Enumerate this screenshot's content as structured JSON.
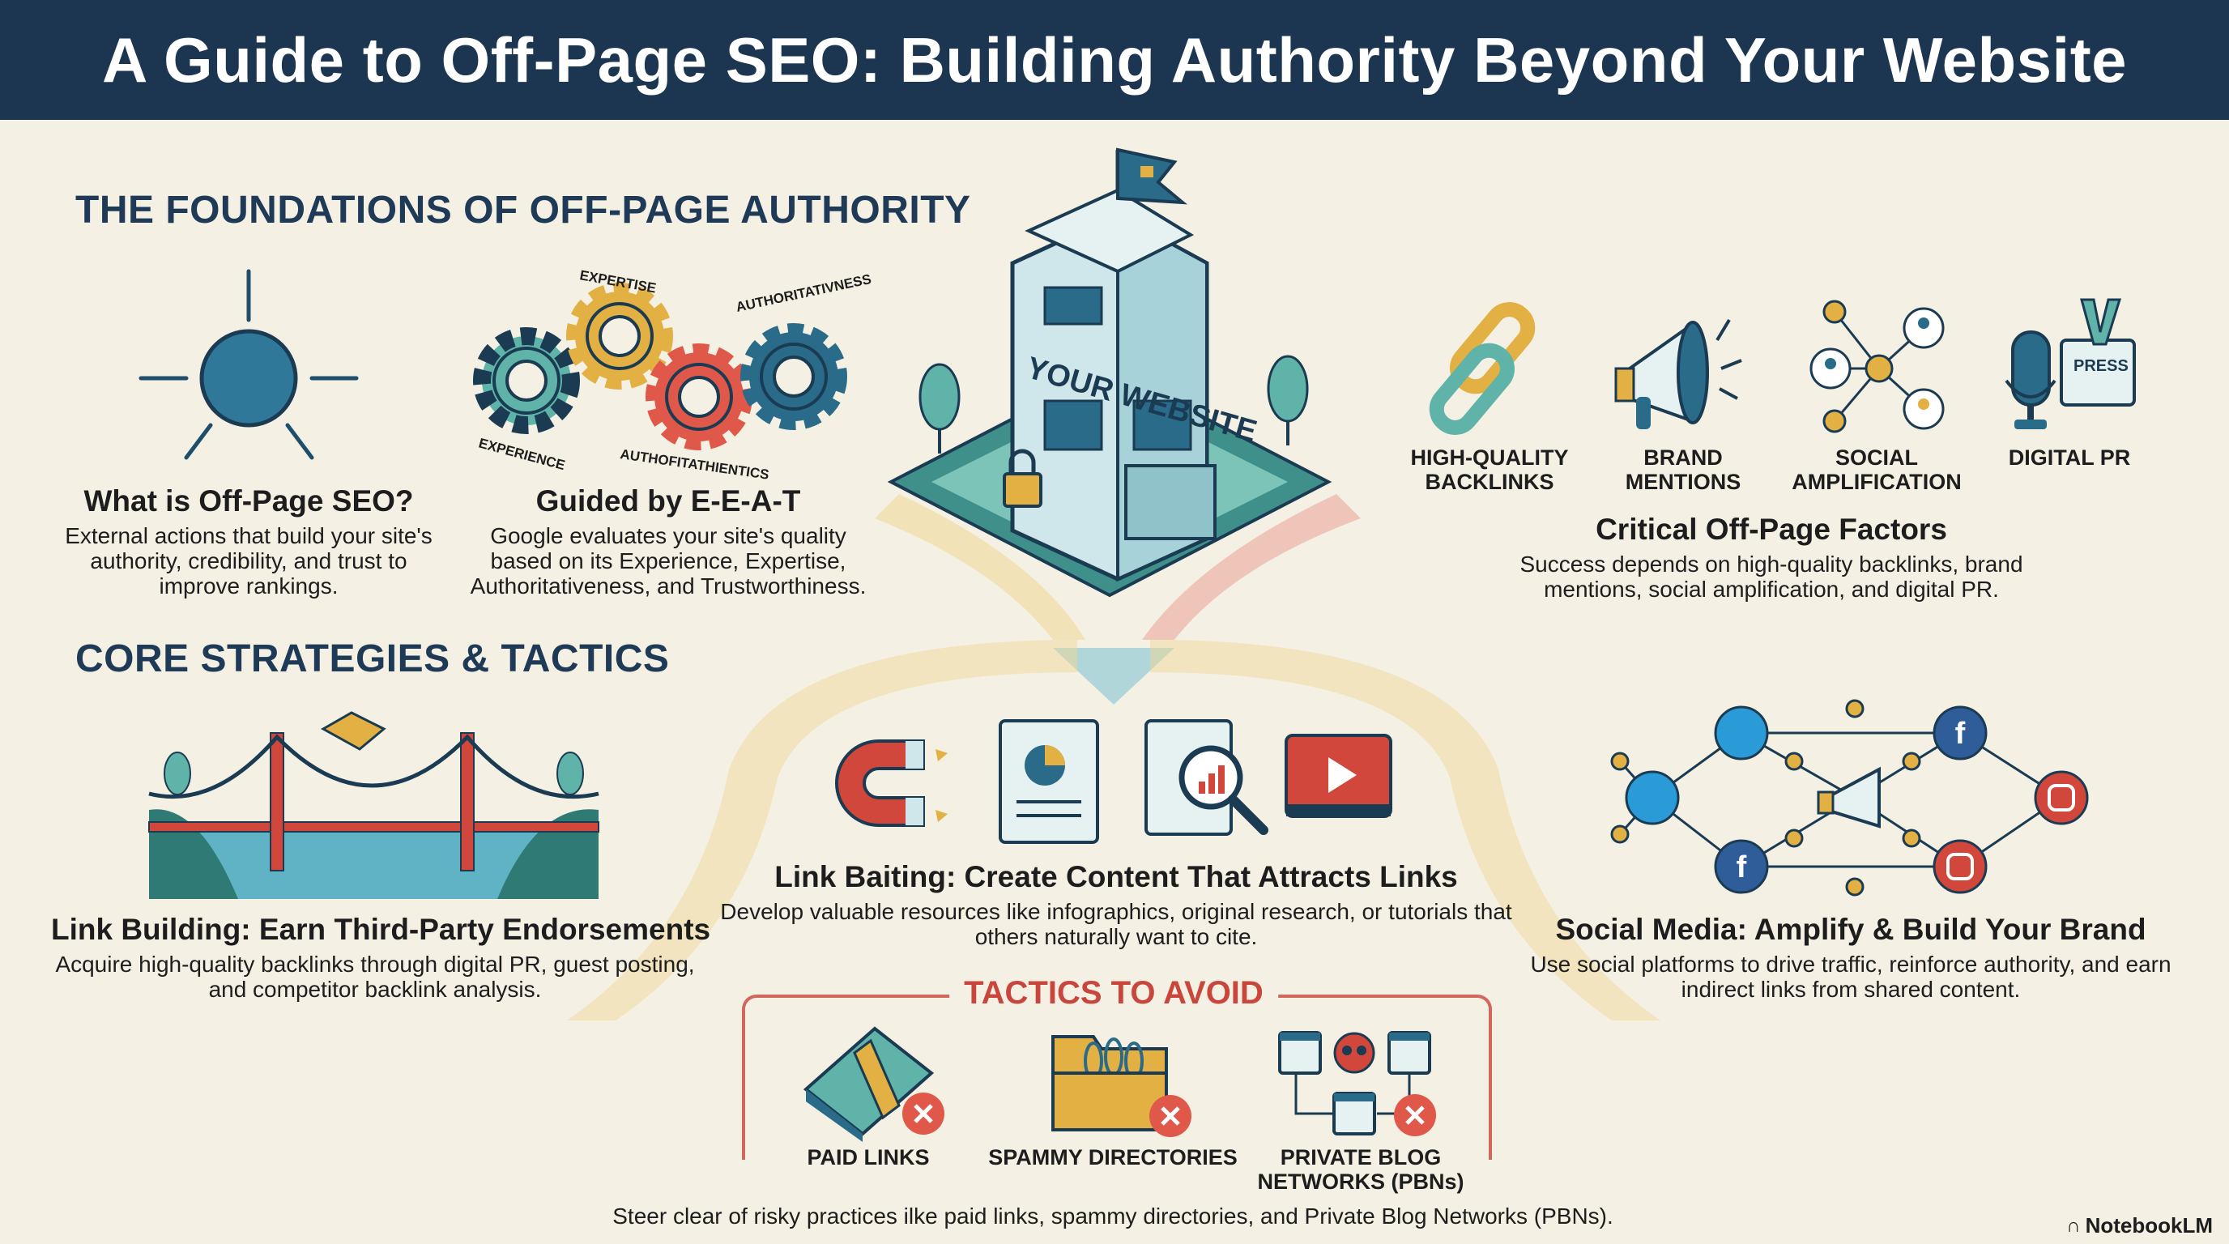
{
  "header": {
    "title": "A Guide to Off-Page SEO: Building Authority Beyond Your Website"
  },
  "foundations": {
    "heading": "THE FOUNDATIONS OF OFF-PAGE AUTHORITY",
    "what_is": {
      "title": "What is Off-Page SEO?",
      "desc": "External actions that build your site's authority, credibility, and trust to improve rankings."
    },
    "eeat": {
      "title": "Guided by E-E-A-T",
      "desc": "Google evaluates your site's quality based on its Experience, Expertise, Authoritativeness, and Trustworthiness.",
      "gear_labels": [
        "EXPERIENCE",
        "EXPERTISE",
        "AUTHOFITATHIENTICS",
        "AUTHORITATIVNESS"
      ]
    }
  },
  "center": {
    "building_sign": "YOUR WEBSITE"
  },
  "factors": {
    "items": [
      {
        "label": "HIGH-QUALITY BACKLINKS",
        "icon": "chain-link-icon"
      },
      {
        "label": "BRAND MENTIONS",
        "icon": "megaphone-icon"
      },
      {
        "label": "SOCIAL AMPLIFICATION",
        "icon": "network-icon"
      },
      {
        "label": "DIGITAL PR",
        "icon": "microphone-press-badge-icon",
        "badge": "PRESS"
      }
    ],
    "title": "Critical Off-Page Factors",
    "desc": "Success depends on high-quality backlinks, brand mentions, social amplification, and digital PR."
  },
  "strategies": {
    "heading": "CORE STRATEGIES & TACTICS",
    "link_building": {
      "title": "Link Building: Earn Third-Party Endorsements",
      "desc": "Acquire high-quality backlinks through digital PR, guest posting, and competitor backlink analysis."
    },
    "link_baiting": {
      "title": "Link Baiting: Create Content That Attracts Links",
      "desc": "Develop valuable resources like infographics, original research, or tutorials that others naturally want to cite."
    },
    "social": {
      "title": "Social Media: Amplify & Build Your Brand",
      "desc": "Use social platforms to drive traffic, reinforce authority, and earn indirect links from shared content."
    }
  },
  "avoid": {
    "title": "TACTICS TO AVOID",
    "items": [
      {
        "label": "PAID LINKS",
        "icon": "money-stack-icon"
      },
      {
        "label": "SPAMMY DIRECTORIES",
        "icon": "folder-links-icon"
      },
      {
        "label": "PRIVATE BLOG NETWORKS (PBNs)",
        "icon": "skull-network-icon"
      }
    ],
    "desc": "Steer clear of risky practices ilke paid links, spammy directories, and Private Blog Networks (PBNs)."
  },
  "footer": {
    "brand": "NotebookLM"
  },
  "colors": {
    "navy": "#1c3550",
    "teal": "#2a6b8a",
    "green": "#5fb3a8",
    "yellow": "#e2b043",
    "red": "#e0584a",
    "background": "#f4f0e4"
  }
}
